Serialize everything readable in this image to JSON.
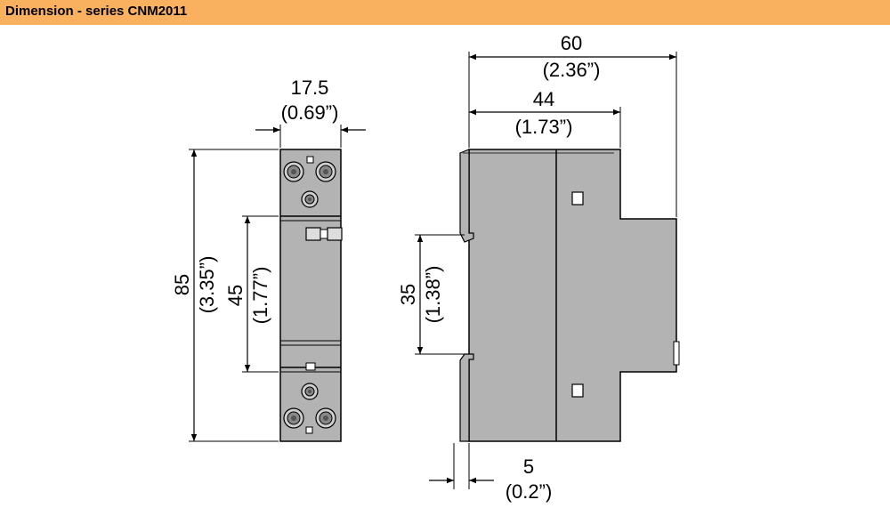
{
  "header": {
    "title": "Dimension - series CNM2011",
    "color": "#f9b160"
  },
  "front_view": {
    "width_value": "17.5",
    "width_inch": "(0.69”)",
    "height_value": "85",
    "height_inch": "(3.35”)",
    "module_value": "45",
    "module_inch": "(1.77”)"
  },
  "side_view": {
    "overall_depth_value": "60",
    "overall_depth_inch": "(2.36”)",
    "depth_value": "44",
    "depth_inch": "(1.73”)",
    "rail_value": "35",
    "rail_inch": "(1.38”)",
    "offset_value": "5",
    "offset_inch": "(0.2”)"
  },
  "colors": {
    "body": "#b3b3b3",
    "body_dark": "#9a9a9a",
    "line": "#000000"
  }
}
